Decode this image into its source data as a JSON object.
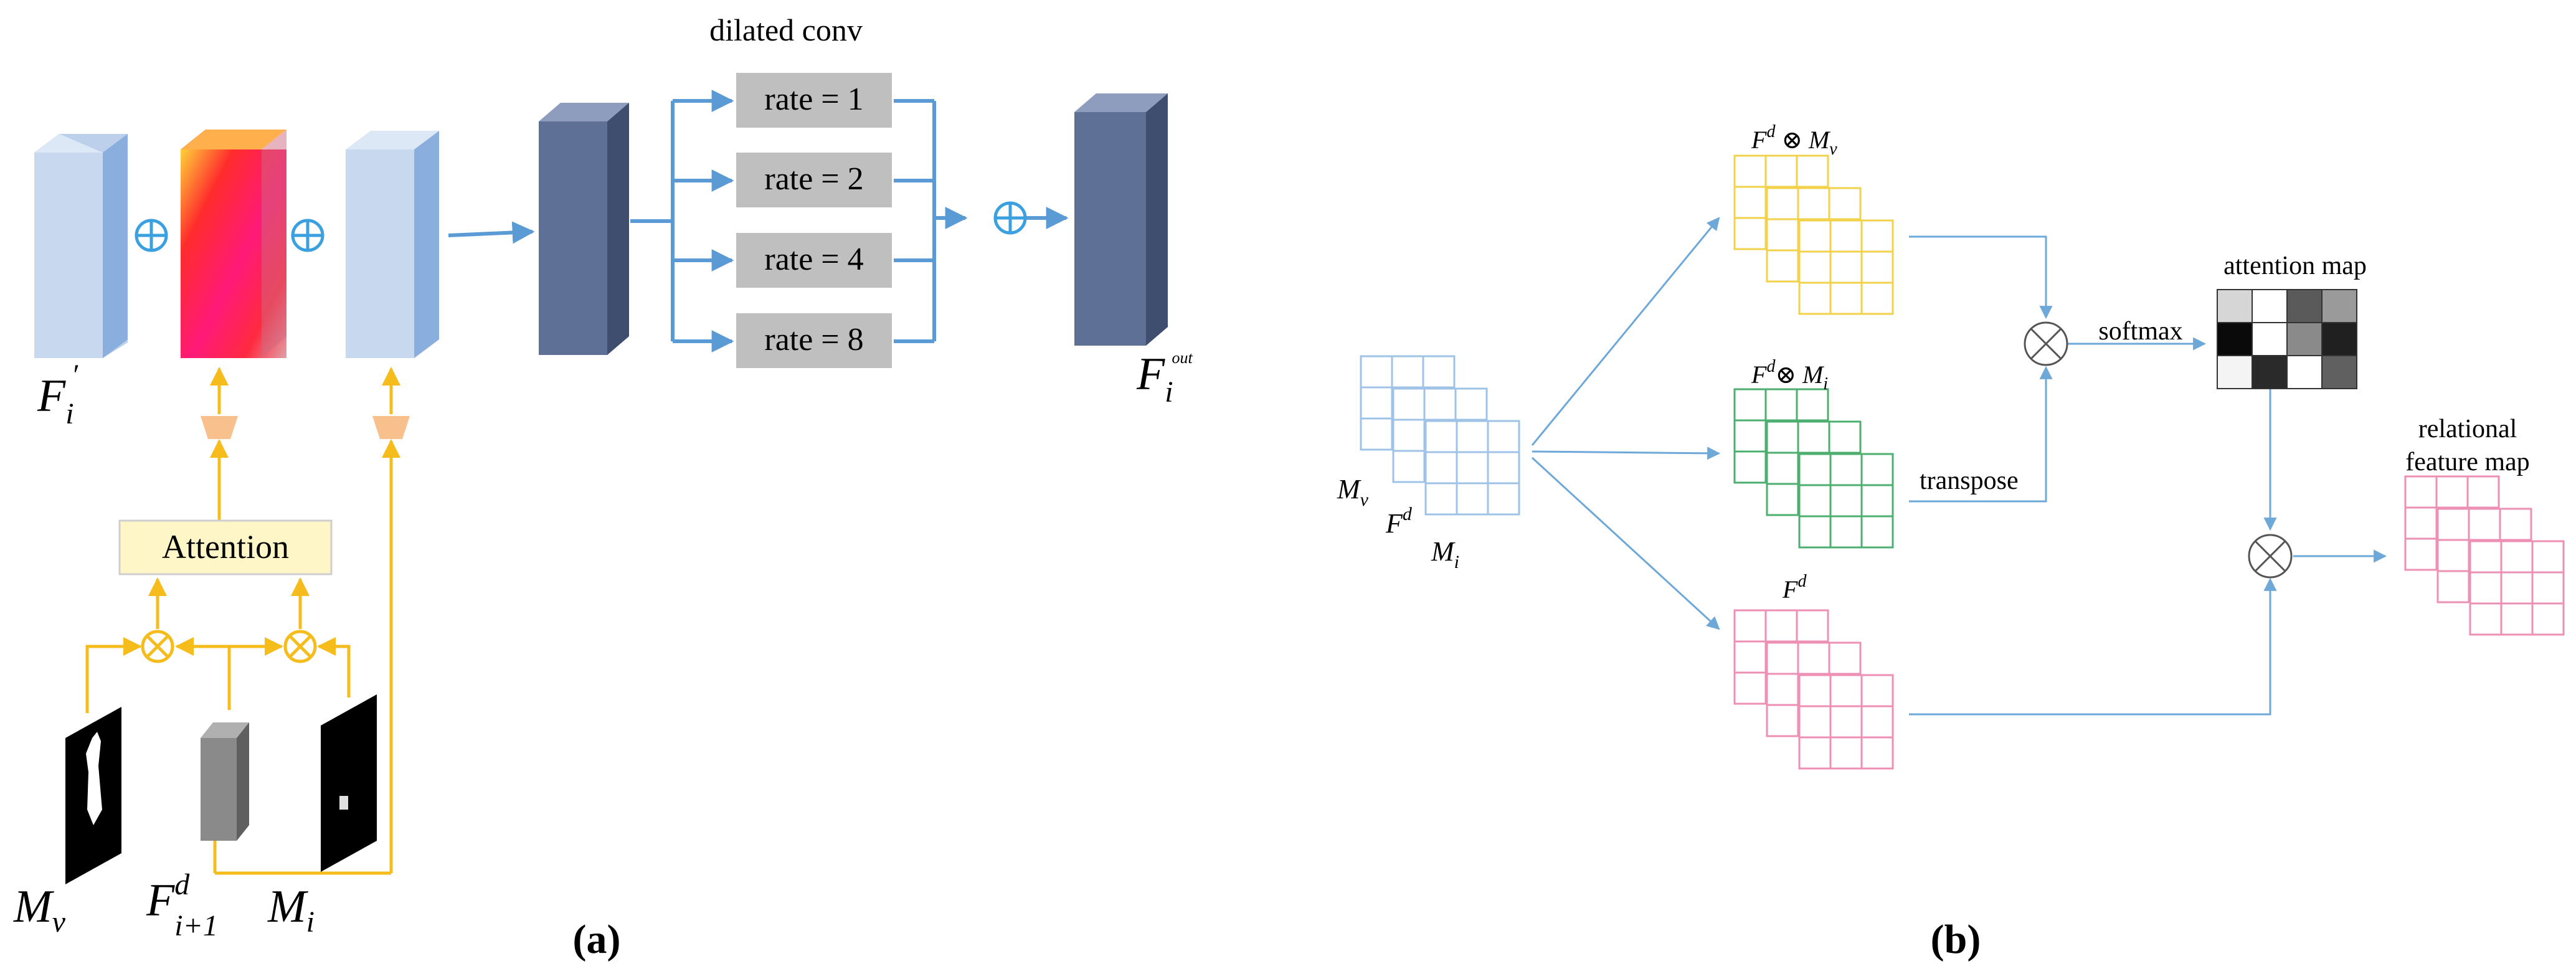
{
  "panel_a": {
    "caption": "(a)",
    "heading": "dilated conv",
    "rates": [
      "rate = 1",
      "rate = 2",
      "rate = 4",
      "rate = 8"
    ],
    "attention_label": "Attention",
    "label_fi_prime_base": "F",
    "label_fi_prime_sub": "i",
    "label_fi_prime_sup": "′",
    "label_fi_out_base": "F",
    "label_fi_out_sub": "i",
    "label_fi_out_sup": "out",
    "label_mv_base": "M",
    "label_mv_sub": "v",
    "label_fd_base": "F",
    "label_fd_sup": "d",
    "label_fd_sub": "i+1",
    "label_mi_base": "M",
    "label_mi_sub": "i",
    "colors": {
      "orange_flow": "#f5bc1c",
      "blue_flow": "#5b9bd5",
      "cyan_oplus": "#3aa0e0",
      "light_block": "#a9c2e6",
      "dark_block": "#56688e",
      "rate_box": "#bfbfbf",
      "attention_box": "#fff6c8"
    }
  },
  "panel_b": {
    "caption": "(b)",
    "label_fd_mv_base": "F",
    "label_fd_mv_sup": "d",
    "label_fd_mv_op": " ⊗ ",
    "label_fd_mv_m": "M",
    "label_fd_mv_sub": "v",
    "label_fd_mi_base": "F",
    "label_fd_mi_sup": "d",
    "label_fd_mi_op": "⊗ ",
    "label_fd_mi_m": "M",
    "label_fd_mi_sub": "i",
    "label_fd_base": "F",
    "label_fd_sup": "d",
    "input_mv_base": "M",
    "input_mv_sub": "v",
    "input_fd_base": "F",
    "input_fd_sup": "d",
    "input_mi_base": "M",
    "input_mi_sub": "i",
    "softmax_label": "softmax",
    "transpose_label": "transpose",
    "attention_map_label": "attention map",
    "relational_line1": "relational",
    "relational_line2": "feature map",
    "colors": {
      "input_grid": "#9fc3e7",
      "yellow_grid": "#f2d24b",
      "green_grid": "#4caf6f",
      "pink_grid": "#ee8fb4",
      "arrow": "#6ea8d8"
    }
  }
}
